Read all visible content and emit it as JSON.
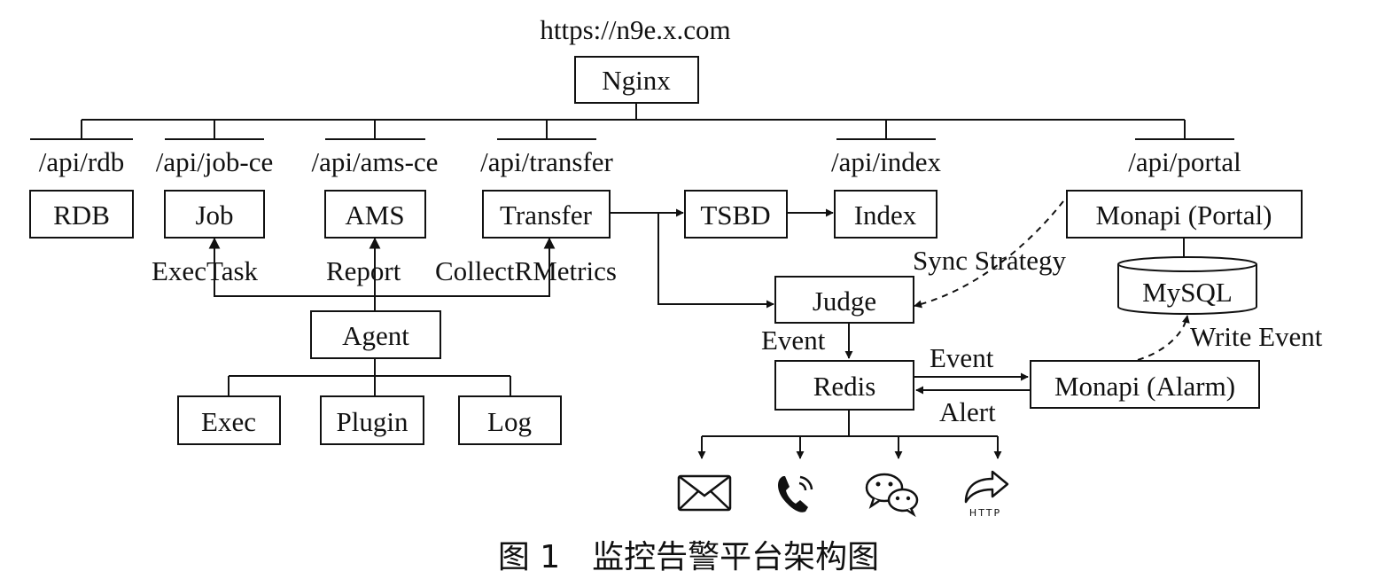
{
  "diagram": {
    "url_label": "https://n9e.x.com",
    "nodes": {
      "nginx": "Nginx",
      "rdb": "RDB",
      "job": "Job",
      "ams": "AMS",
      "transfer": "Transfer",
      "tsbd": "TSBD",
      "index": "Index",
      "monapi_portal": "Monapi (Portal)",
      "mysql": "MySQL",
      "judge": "Judge",
      "agent": "Agent",
      "exec": "Exec",
      "plugin": "Plugin",
      "log": "Log",
      "redis": "Redis",
      "monapi_alarm": "Monapi (Alarm)"
    },
    "routes": {
      "rdb": "/api/rdb",
      "job": "/api/job-ce",
      "ams": "/api/ams-ce",
      "transfer": "/api/transfer",
      "index": "/api/index",
      "portal": "/api/portal"
    },
    "edge_labels": {
      "exec_task": "ExecTask",
      "report": "Report",
      "collect_metrics": "CollectRMetrics",
      "sync_strategy": "Sync Strategy",
      "event_judge": "Event",
      "event_redis": "Event",
      "alert": "Alert",
      "write_event": "Write Event"
    },
    "channel_icons": [
      "mail-icon",
      "phone-icon",
      "wechat-icon",
      "http-icon"
    ],
    "http_icon_text": "HTTP",
    "caption": "图 1　监控告警平台架构图"
  }
}
